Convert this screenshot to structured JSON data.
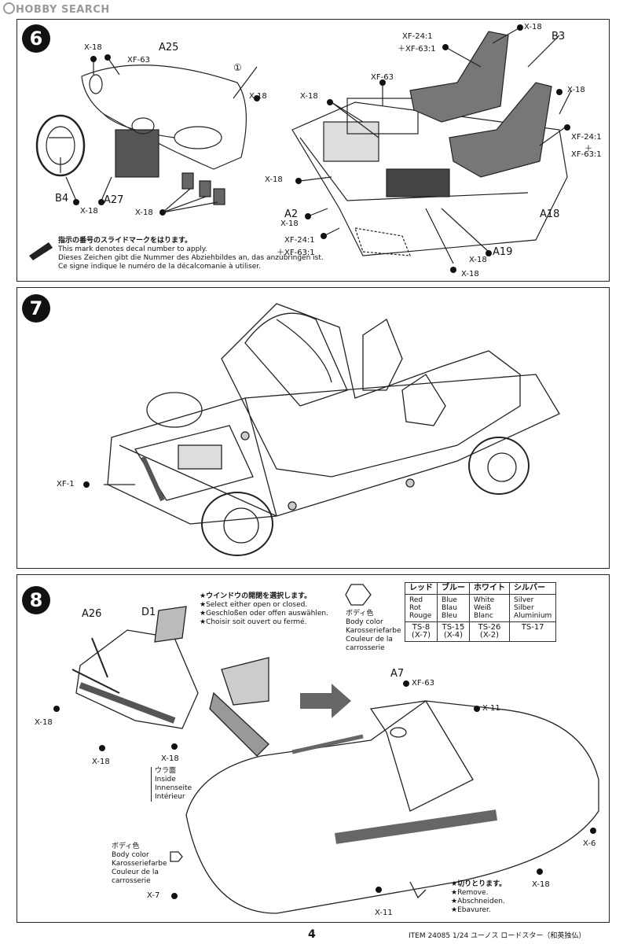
{
  "watermark": "HOBBY SEARCH",
  "page_number": "4",
  "item_line": "ITEM 24085  1/24 ユーノス ロードスター（和英独仏）",
  "step6": {
    "number": "6",
    "parts": [
      "A25",
      "B3",
      "B4",
      "A27",
      "A2",
      "A18",
      "A19"
    ],
    "decal_ref": "①",
    "paint_codes": [
      "X-18",
      "XF-63",
      "X-18",
      "XF-24:1",
      "＋XF-63:1",
      "XF-63",
      "X-18",
      "X-18",
      "X-18",
      "X-18",
      "XF-24:1",
      "＋",
      "XF-63:1",
      "X-18",
      "X-18",
      "XF-24:1",
      "＋XF-63:1",
      "X-18",
      "X-18",
      "X-18"
    ],
    "decal_note": {
      "jp": "指示の番号のスライドマークをはります。",
      "en": "This mark denotes decal number to apply.",
      "de": "Dieses Zeichen gibt die Nummer des Abziehbildes an, das anzubringen ist.",
      "fr": "Ce signe indique le numéro de la décalcomanie à utiliser."
    }
  },
  "step7": {
    "number": "7",
    "paint_code": "XF-1"
  },
  "step8": {
    "number": "8",
    "parts": [
      "A26",
      "D1",
      "A7"
    ],
    "paint_codes": [
      "X-18",
      "X-18",
      "X-18",
      "XF-63",
      "X-11",
      "X-6",
      "X-7",
      "X-18",
      "X-11"
    ],
    "window_note": {
      "jp": "★ウインドウの開閉を選択します。",
      "en": "★Select either open or closed.",
      "de": "★Geschloßen oder offen auswählen.",
      "fr": "★Choisir soit ouvert ou fermé."
    },
    "inside_note": [
      "ウラ面",
      "Inside",
      "Innenseite",
      "Intérieur"
    ],
    "body_color_top": [
      "ボディ色",
      "Body color",
      "Karosseriefarbe",
      "Couleur de la",
      "carrosserie"
    ],
    "body_color_left": [
      "ボディ色",
      "Body color",
      "Karosseriefarbe",
      "Couleur de la",
      "carrosserie"
    ],
    "remove_note": [
      "★切りとります。",
      "★Remove.",
      "★Abschneiden.",
      "★Ebavurer."
    ],
    "paint_table": {
      "headers": [
        "レッド",
        "ブルー",
        "ホワイト",
        "シルバー"
      ],
      "names": [
        [
          "Red",
          "Rot",
          "Rouge"
        ],
        [
          "Blue",
          "Blau",
          "Bleu"
        ],
        [
          "White",
          "Weiß",
          "Blanc"
        ],
        [
          "Silver",
          "Silber",
          "Aluminium"
        ]
      ],
      "codes": [
        [
          "TS-8",
          "(X-7)"
        ],
        [
          "TS-15",
          "(X-4)"
        ],
        [
          "TS-26",
          "(X-2)"
        ],
        [
          "TS-17",
          ""
        ]
      ]
    }
  }
}
